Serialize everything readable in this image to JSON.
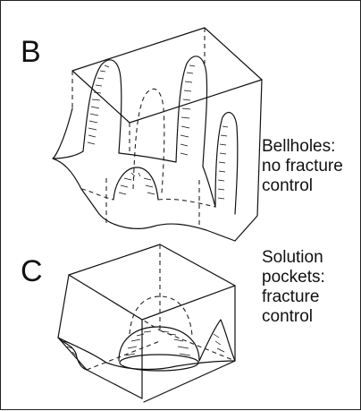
{
  "panel_b": {
    "letter": "B",
    "caption_lines": [
      "Bellholes:",
      "no fracture",
      "control"
    ]
  },
  "panel_c": {
    "letter": "C",
    "caption_lines": [
      "Solution",
      "pockets:",
      "fracture",
      "control"
    ]
  },
  "colors": {
    "ink": "#111111",
    "background": "#ffffff",
    "border": "#222222"
  }
}
